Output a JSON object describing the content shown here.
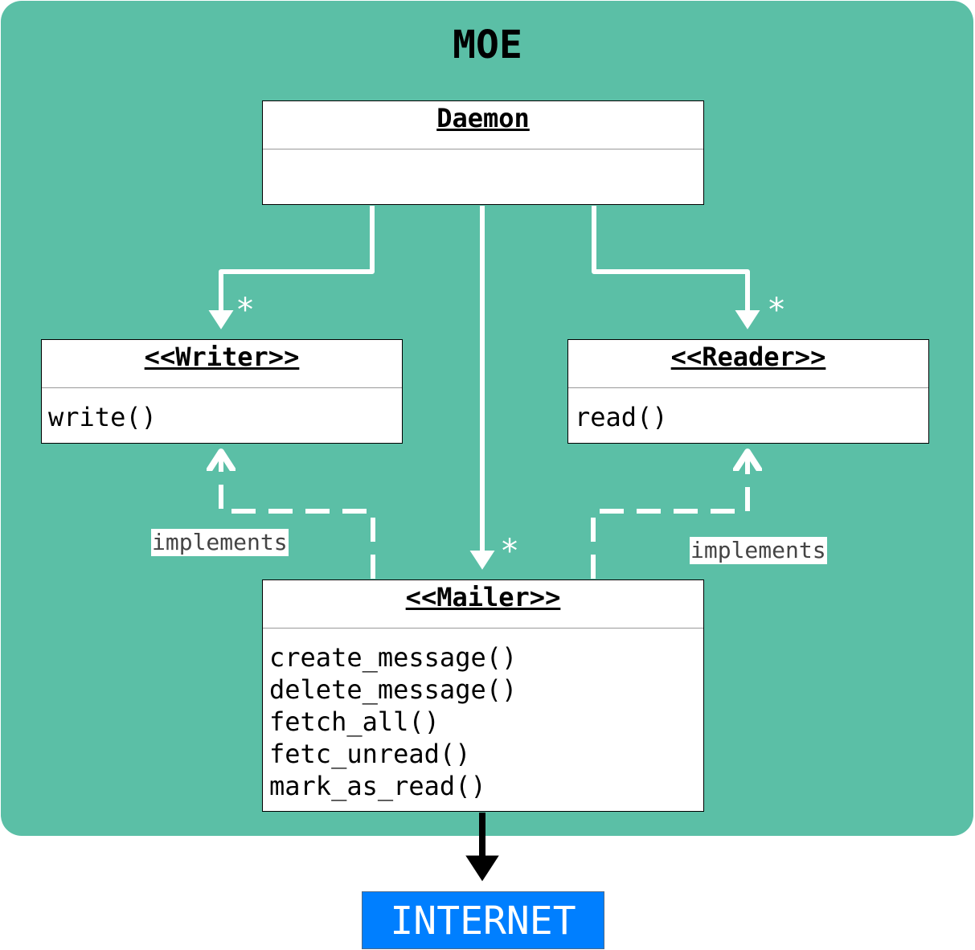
{
  "container": {
    "title": "MOE",
    "fill_color": "#5bbfa6"
  },
  "classes": {
    "daemon": {
      "name": "Daemon",
      "operations": []
    },
    "writer": {
      "name": "<<Writer>>",
      "operations": [
        "write()"
      ]
    },
    "reader": {
      "name": "<<Reader>>",
      "operations": [
        "read()"
      ]
    },
    "mailer": {
      "name": "<<Mailer>>",
      "operations": [
        "create_message()",
        "delete_message()",
        "fetch_all()",
        "fetc_unread()",
        "mark_as_read()"
      ]
    }
  },
  "relationships": [
    {
      "from": "Daemon",
      "to": "<<Writer>>",
      "type": "association",
      "multiplicity": "*"
    },
    {
      "from": "Daemon",
      "to": "<<Reader>>",
      "type": "association",
      "multiplicity": "*"
    },
    {
      "from": "Daemon",
      "to": "<<Mailer>>",
      "type": "association",
      "multiplicity": "*"
    },
    {
      "from": "<<Mailer>>",
      "to": "<<Writer>>",
      "type": "realization",
      "label": "implements"
    },
    {
      "from": "<<Mailer>>",
      "to": "<<Reader>>",
      "type": "realization",
      "label": "implements"
    },
    {
      "from": "<<Mailer>>",
      "to": "INTERNET",
      "type": "dependency"
    }
  ],
  "external": {
    "label": "INTERNET",
    "fill_color": "#007fff"
  },
  "colors": {
    "association_line": "#ffffff",
    "internet_line": "#000000"
  }
}
